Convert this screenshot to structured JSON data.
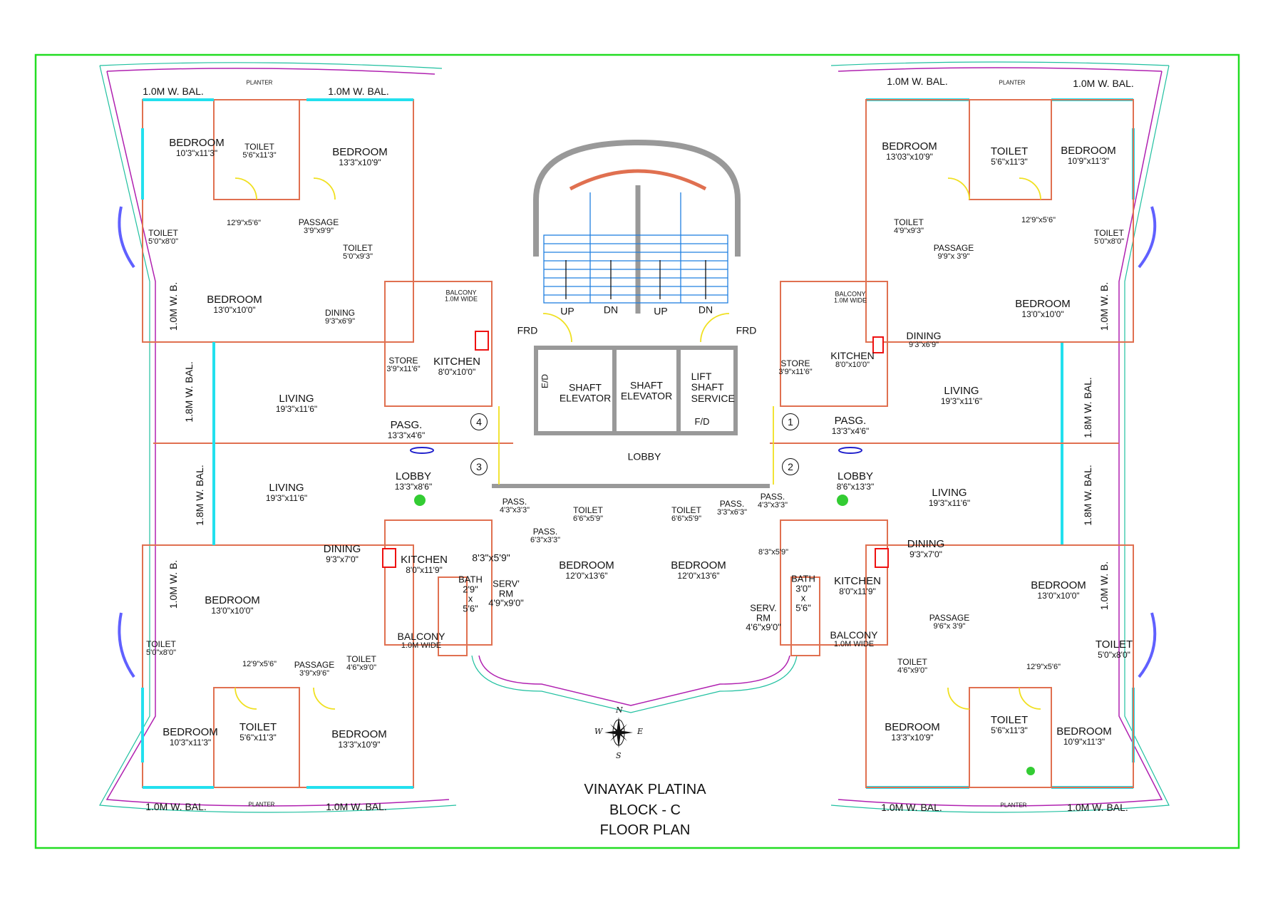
{
  "drawing": {
    "project": "VINAYAK PLATINA",
    "block": "BLOCK - C",
    "sheet": "FLOOR PLAN",
    "compass": {
      "n": "N",
      "s": "S",
      "e": "E",
      "w": "W"
    },
    "colors": {
      "border": "#22dd22",
      "wall": "#e07050",
      "window": "#22e0ee",
      "railing": "#b020b0",
      "outline": "#20c0a0",
      "door": "#f0e020",
      "stairs": "#2080e0",
      "hob": "#ee1111",
      "plant": "#33cc33"
    }
  },
  "core": {
    "stairs": [
      "UP",
      "DN",
      "UP",
      "DN"
    ],
    "frd_left": "FRD",
    "frd_right": "FRD",
    "ed": "E/D",
    "shaft1": "SHAFT\nELEVATOR",
    "shaft1_a": "SHAFT",
    "shaft1_b": "ELEVATOR",
    "shaft2_a": "SHAFT",
    "shaft2_b": "ELEVATOR",
    "lift_a": "LIFT",
    "lift_b": "SHAFT",
    "lift_c": "SERVICE",
    "fd": "F/D",
    "lobby": "LOBBY",
    "flat_numbers": [
      "1",
      "2",
      "3",
      "4"
    ]
  },
  "balconies": {
    "top_left_1": "1.0M W. BAL.",
    "top_left_2": "1.0M W. BAL.",
    "top_right_1": "1.0M W. BAL.",
    "top_right_2": "1.0M W. BAL.",
    "bottom_left_1": "1.0M W. BAL.",
    "bottom_left_2": "1.0M W. BAL.",
    "bottom_right_1": "1.0M W. BAL.",
    "bottom_right_2": "1.0M W. BAL.",
    "left_wb_top": "1.0M W. B.",
    "left_bal_top": "1.8M W. BAL.",
    "left_bal_bottom": "1.8M W. BAL.",
    "left_wb_bottom": "1.0M W. B.",
    "right_wb_top": "1.0M W. B.",
    "right_bal_top": "1.8M W. BAL.",
    "right_bal_bottom": "1.8M W. BAL.",
    "right_wb_bottom": "1.0M W. B.",
    "planter": "PLANTER"
  },
  "flat4": {
    "rooms": [
      {
        "name": "BEDROOM",
        "dim": "10'3\"x11'3\""
      },
      {
        "name": "TOILET",
        "dim": "5'6\"x11'3\""
      },
      {
        "name": "BEDROOM",
        "dim": "13'3\"x10'9\""
      },
      {
        "name": "TOILET",
        "dim": "5'0\"x8'0\""
      },
      {
        "name": "",
        "dim": "12'9\"x5'6\""
      },
      {
        "name": "PASSAGE",
        "dim": "3'9\"x9'9\""
      },
      {
        "name": "TOILET",
        "dim": "5'0\"x9'3\""
      },
      {
        "name": "BEDROOM",
        "dim": "13'0\"x10'0\""
      },
      {
        "name": "DINING",
        "dim": "9'3\"x6'9\""
      },
      {
        "name": "BALCONY",
        "dim": "1.0M WIDE"
      },
      {
        "name": "STORE",
        "dim": "3'9\"x11'6\""
      },
      {
        "name": "KITCHEN",
        "dim": "8'0\"x10'0\""
      },
      {
        "name": "LIVING",
        "dim": "19'3\"x11'6\""
      },
      {
        "name": "PASG.",
        "dim": "13'3\"x4'6\""
      }
    ]
  },
  "flat3": {
    "rooms": [
      {
        "name": "LIVING",
        "dim": "19'3\"x11'6\""
      },
      {
        "name": "LOBBY",
        "dim": "13'3\"x8'6\""
      },
      {
        "name": "DINING",
        "dim": "9'3\"x7'0\""
      },
      {
        "name": "KITCHEN",
        "dim": "8'0\"x11'9\""
      },
      {
        "name": "",
        "dim": "8'3\"x5'9\""
      },
      {
        "name": "BATH",
        "dim": "2'9\"\nx\n5'6\""
      },
      {
        "name": "SERV' RM",
        "dim": "4'9\"x9'0\""
      },
      {
        "name": "BALCONY",
        "dim": "1.0M WIDE"
      },
      {
        "name": "BEDROOM",
        "dim": "13'0\"x10'0\""
      },
      {
        "name": "TOILET",
        "dim": "5'0\"x8'0\""
      },
      {
        "name": "",
        "dim": "12'9\"x5'6\""
      },
      {
        "name": "PASSAGE",
        "dim": "3'9\"x9'6\""
      },
      {
        "name": "TOILET",
        "dim": "4'6\"x9'0\""
      },
      {
        "name": "BEDROOM",
        "dim": "10'3\"x11'3\""
      },
      {
        "name": "TOILET",
        "dim": "5'6\"x11'3\""
      },
      {
        "name": "BEDROOM",
        "dim": "13'3\"x10'9\""
      },
      {
        "name": "PASS.",
        "dim": "4'3\"x3'3\""
      },
      {
        "name": "PASS.",
        "dim": "6'3\"x3'3\""
      },
      {
        "name": "TOILET",
        "dim": "6'6\"x5'9\""
      },
      {
        "name": "BEDROOM",
        "dim": "12'0\"x13'6\""
      }
    ],
    "bath_a": "BATH",
    "bath_b": "2'9\"",
    "bath_c": "x",
    "bath_d": "5'6\"",
    "serv_a": "SERV'",
    "serv_b": "RM",
    "serv_c": "4'9\"x9'0\""
  },
  "flat1": {
    "rooms": [
      {
        "name": "BEDROOM",
        "dim": "13'03\"x10'9\""
      },
      {
        "name": "TOILET",
        "dim": "5'6\"x11'3\""
      },
      {
        "name": "BEDROOM",
        "dim": "10'9\"x11'3\""
      },
      {
        "name": "TOILET",
        "dim": "4'9\"x9'3\""
      },
      {
        "name": "PASSAGE",
        "dim": "9'9\"x 3'9\""
      },
      {
        "name": "",
        "dim": "12'9\"x5'6\""
      },
      {
        "name": "TOILET",
        "dim": "5'0\"x8'0\""
      },
      {
        "name": "BEDROOM",
        "dim": "13'0\"x10'0\""
      },
      {
        "name": "BALCONY",
        "dim": "1.0M WIDE"
      },
      {
        "name": "STORE",
        "dim": "3'9\"x11'6\""
      },
      {
        "name": "KITCHEN",
        "dim": "8'0\"x10'0\""
      },
      {
        "name": "DINING",
        "dim": "9'3\"x6'9\""
      },
      {
        "name": "LIVING",
        "dim": "19'3\"x11'6\""
      },
      {
        "name": "PASG.",
        "dim": "13'3\"x4'6\""
      }
    ]
  },
  "flat2": {
    "rooms": [
      {
        "name": "LOBBY",
        "dim": "8'6\"x13'3\""
      },
      {
        "name": "LIVING",
        "dim": "19'3\"x11'6\""
      },
      {
        "name": "DINING",
        "dim": "9'3\"x7'0\""
      },
      {
        "name": "KITCHEN",
        "dim": "8'0\"x11'9\""
      },
      {
        "name": "",
        "dim": "8'3\"x5'9\""
      },
      {
        "name": "BEDROOM",
        "dim": "13'0\"x10'0\""
      },
      {
        "name": "PASSAGE",
        "dim": "9'6\"x 3'9\""
      },
      {
        "name": "TOILET",
        "dim": "5'0\"x8'0\""
      },
      {
        "name": "",
        "dim": "12'9\"x5'6\""
      },
      {
        "name": "BALCONY",
        "dim": "1.0M WIDE"
      },
      {
        "name": "TOILET",
        "dim": "4'6\"x9'0\""
      },
      {
        "name": "BEDROOM",
        "dim": "13'3\"x10'9\""
      },
      {
        "name": "TOILET",
        "dim": "5'6\"x11'3\""
      },
      {
        "name": "BEDROOM",
        "dim": "10'9\"x11'3\""
      },
      {
        "name": "PASS.",
        "dim": "4'3\"x3'3\""
      },
      {
        "name": "PASS.",
        "dim": "3'3\"x6'3\""
      },
      {
        "name": "TOILET",
        "dim": "6'6\"x5'9\""
      },
      {
        "name": "BEDROOM",
        "dim": "12'0\"x13'6\""
      }
    ],
    "bath_a": "BATH",
    "bath_b": "3'0\"",
    "bath_c": "x",
    "bath_d": "5'6\"",
    "serv_a": "SERV.",
    "serv_b": "RM",
    "serv_c": "4'6\"x9'0\""
  }
}
